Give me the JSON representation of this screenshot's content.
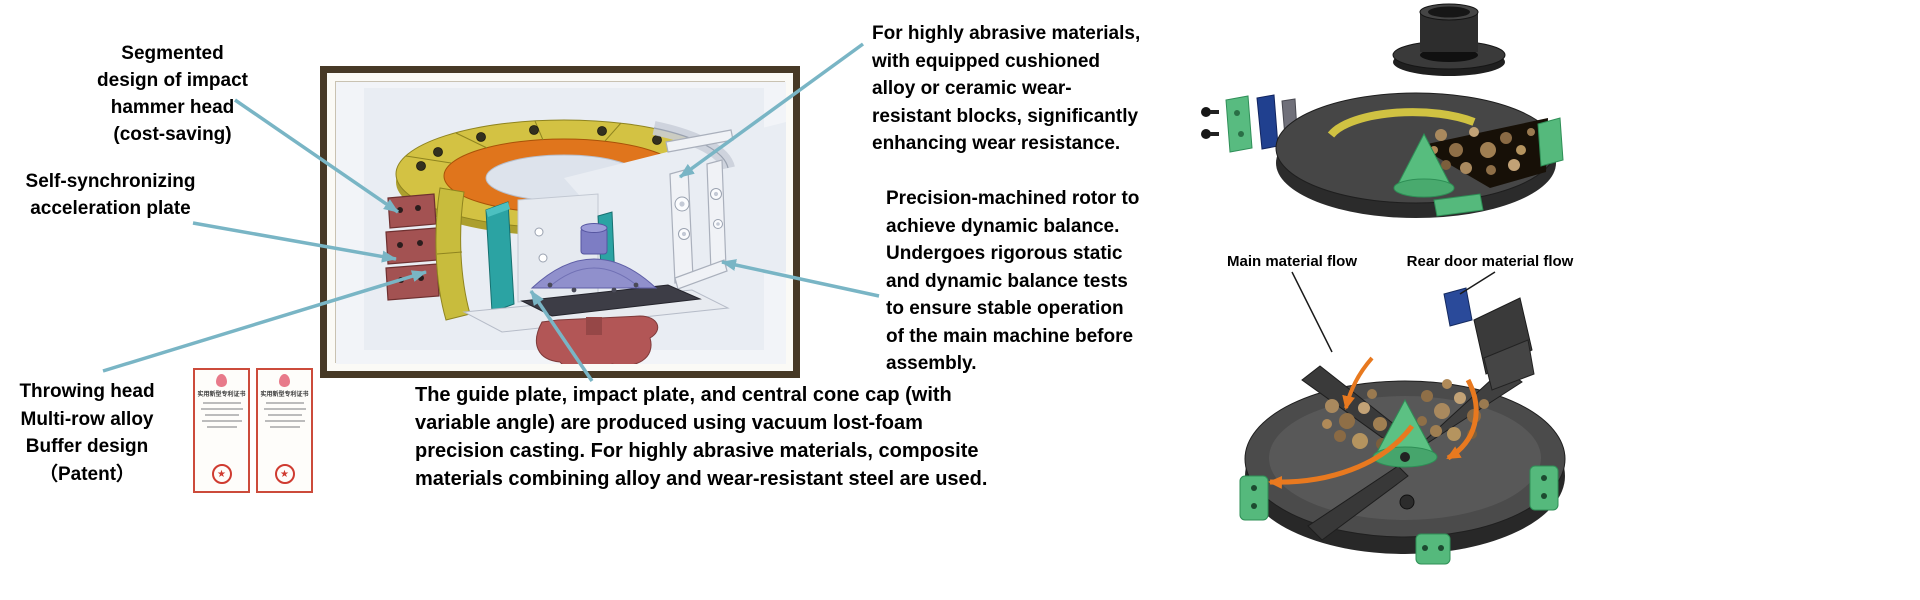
{
  "callouts": {
    "segmented_hammer": "Segmented\ndesign of impact\nhammer head\n(cost-saving)",
    "self_sync": "Self-synchronizing\nacceleration plate",
    "throwing_head": "Throwing head\nMulti-row alloy\nBuffer design\n（Patent）",
    "abrasive": "For highly abrasive materials,\nwith equipped cushioned\nalloy or ceramic wear-\nresistant blocks, significantly\nenhancing wear resistance.",
    "precision": "Precision-machined rotor to\nachieve dynamic balance.\nUndergoes rigorous static\nand dynamic balance tests\nto ensure stable operation\nof the main machine before\nassembly.",
    "guide_plate": "The guide plate, impact plate, and central cone cap (with\nvariable angle) are produced using vacuum lost-foam\nprecision casting. For highly abrasive materials, composite\nmaterials combining alloy and wear-resistant steel are used."
  },
  "flow_labels": {
    "main": "Main material flow",
    "rear": "Rear door material flow"
  },
  "patent": {
    "title": "实用新型专利证书",
    "certificate_count": 2
  },
  "icons": {
    "seal_star": "★"
  },
  "colors": {
    "callout_arrow": "#79b5c5",
    "text": "#000000",
    "picture_frame": "#473926",
    "cert_border": "#cc4b3b",
    "seal_red": "#cf3b30",
    "rotor_ring_yellow": "#d3c243",
    "rotor_ring_orange": "#e0751c",
    "hammer_maroon": "#a35252",
    "plate_teal": "#2ba3a3",
    "cone_lavender": "#9090cc",
    "throwing_red": "#b25656",
    "machine_gray": "#474747",
    "wear_green": "#57bd7e",
    "flow_arrow_orange": "#e8791f",
    "rear_door_blue": "#2a4a9a"
  }
}
